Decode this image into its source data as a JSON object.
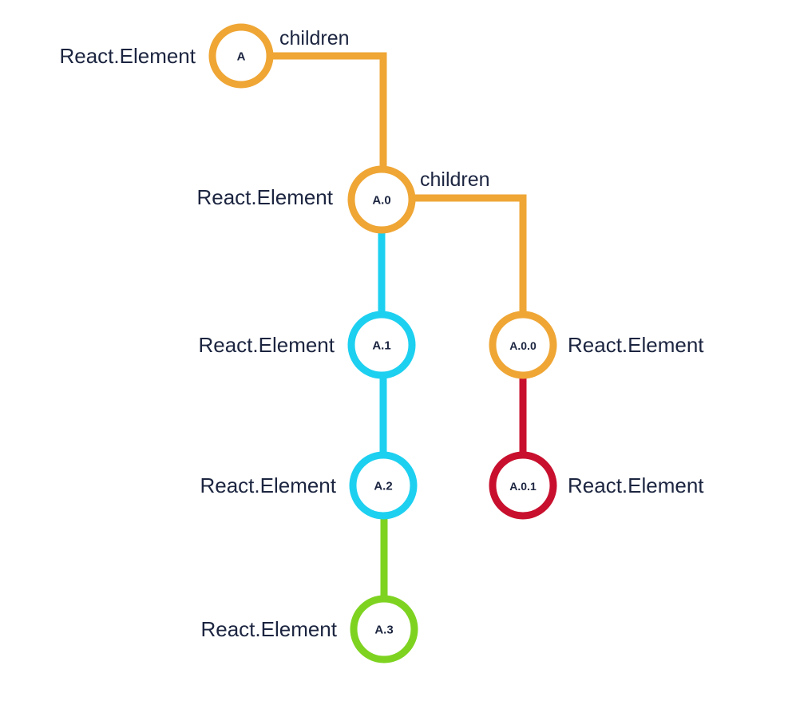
{
  "colors": {
    "orange": "#EFA635",
    "cyan": "#1DD0F0",
    "green": "#7ED321",
    "red": "#C8102E",
    "text": "#1C2540"
  },
  "nodes": [
    {
      "id": "A",
      "label": "A",
      "side_label": "React.Element",
      "color": "orange"
    },
    {
      "id": "A.0",
      "label": "A.0",
      "side_label": "React.Element",
      "color": "orange"
    },
    {
      "id": "A.1",
      "label": "A.1",
      "side_label": "React.Element",
      "color": "cyan"
    },
    {
      "id": "A.2",
      "label": "A.2",
      "side_label": "React.Element",
      "color": "cyan"
    },
    {
      "id": "A.3",
      "label": "A.3",
      "side_label": "React.Element",
      "color": "green"
    },
    {
      "id": "A.0.0",
      "label": "A.0.0",
      "side_label": "React.Element",
      "color": "orange"
    },
    {
      "id": "A.0.1",
      "label": "A.0.1",
      "side_label": "React.Element",
      "color": "red"
    }
  ],
  "edges": [
    {
      "from": "A",
      "to": "A.0",
      "color": "orange",
      "label": "children"
    },
    {
      "from": "A.0",
      "to": "A.0.0",
      "color": "orange",
      "label": "children"
    },
    {
      "from": "A.0",
      "to": "A.1",
      "color": "cyan",
      "label": ""
    },
    {
      "from": "A.1",
      "to": "A.2",
      "color": "cyan",
      "label": ""
    },
    {
      "from": "A.2",
      "to": "A.3",
      "color": "green",
      "label": ""
    },
    {
      "from": "A.0.0",
      "to": "A.0.1",
      "color": "red",
      "label": ""
    }
  ]
}
